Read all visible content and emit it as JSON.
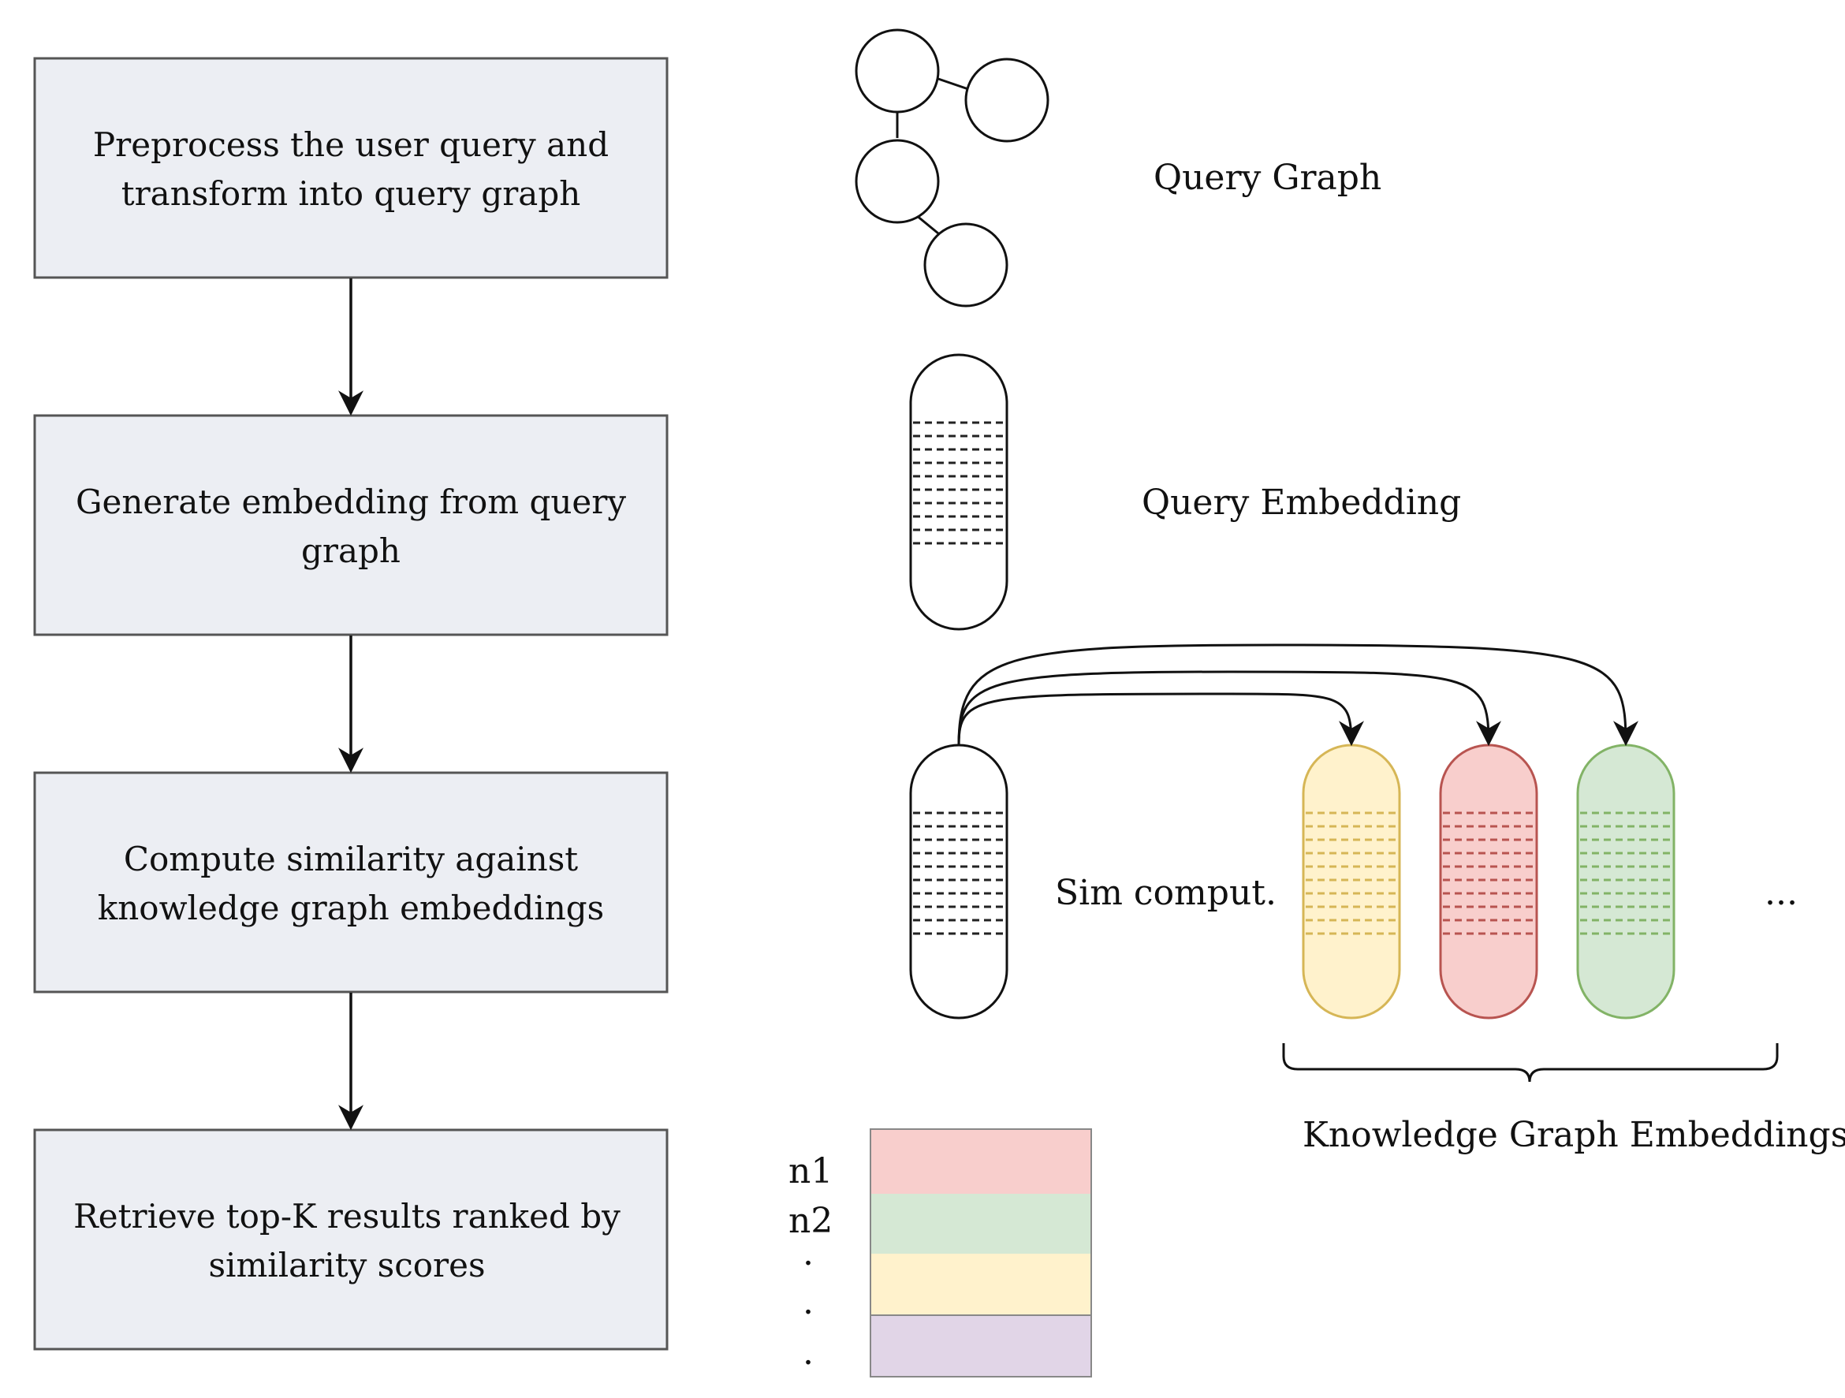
{
  "steps": [
    {
      "line1": "Preprocess the user query and",
      "line2": "transform into query graph"
    },
    {
      "line1": "Generate embedding from query",
      "line2": "graph"
    },
    {
      "line1": "Compute similarity against",
      "line2": "knowledge graph embeddings"
    },
    {
      "line1": "Retrieve top-K results ranked by",
      "line2": "similarity scores"
    }
  ],
  "labels": {
    "query_graph": "Query Graph",
    "query_embedding": "Query Embedding",
    "sim_comput": "Sim comput.",
    "ellipsis": "...",
    "kg_embeddings": "Knowledge Graph Embeddings"
  },
  "results": {
    "row1": "n1",
    "row2": "n2",
    "dot1": ".",
    "dot2": ".",
    "dot3": "."
  },
  "colors": {
    "step_fill": "#eceef3",
    "step_stroke": "#555555",
    "yellow_fill": "#fff2cc",
    "yellow_stroke": "#d6b656",
    "red_fill": "#f8cecc",
    "red_stroke": "#b85450",
    "green_fill": "#d5e8d4",
    "green_stroke": "#82b366",
    "purple_fill": "#e1d5e7"
  }
}
